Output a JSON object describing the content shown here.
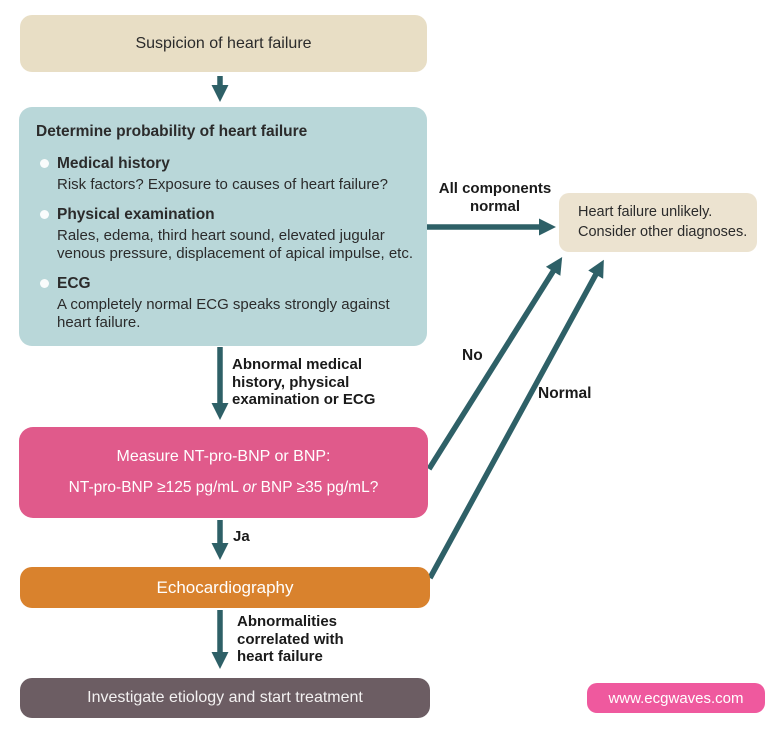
{
  "diagram": {
    "nodes": {
      "suspicion": {
        "label": "Suspicion of heart failure"
      },
      "probability": {
        "heading": "Determine probability of heart failure",
        "items": [
          {
            "title": "Medical history",
            "detail": "Risk factors? Exposure to causes of heart failure?"
          },
          {
            "title": "Physical examination",
            "detail": "Rales, edema, third heart sound, elevated jugular venous pressure, displacement of apical impulse, etc."
          },
          {
            "title": "ECG",
            "detail": "A completely normal ECG speaks strongly against heart failure."
          }
        ]
      },
      "unlikely": {
        "line1": "Heart failure unlikely.",
        "line2": "Consider other diagnoses."
      },
      "bnp": {
        "line1": "Measure NT-pro-BNP or BNP:",
        "line2_pre": "NT-pro-BNP ≥125 pg/mL ",
        "line2_or": "or",
        "line2_post": " BNP ≥35 pg/mL?"
      },
      "echo": {
        "label": "Echocardiography"
      },
      "treatment": {
        "label": "Investigate etiology and start treatment"
      }
    },
    "edge_labels": {
      "all_components_normal": "All components normal",
      "abnormal": "Abnormal medical history, physical examination or ECG",
      "no": "No",
      "normal": "Normal",
      "ja": "Ja",
      "abnormalities": "Abnormalities correlated with heart failure"
    },
    "badge": {
      "label": "www.ecgwaves.com"
    },
    "colors": {
      "beige_box": "#e8dec5",
      "beige_box_light": "#ece3d0",
      "teal_box": "#b9d7d9",
      "pink_box": "#e05a8b",
      "orange_box": "#d9822d",
      "dark_box": "#6c5d63",
      "arrow": "#2e6067",
      "badge_pink": "#ef599e"
    }
  }
}
